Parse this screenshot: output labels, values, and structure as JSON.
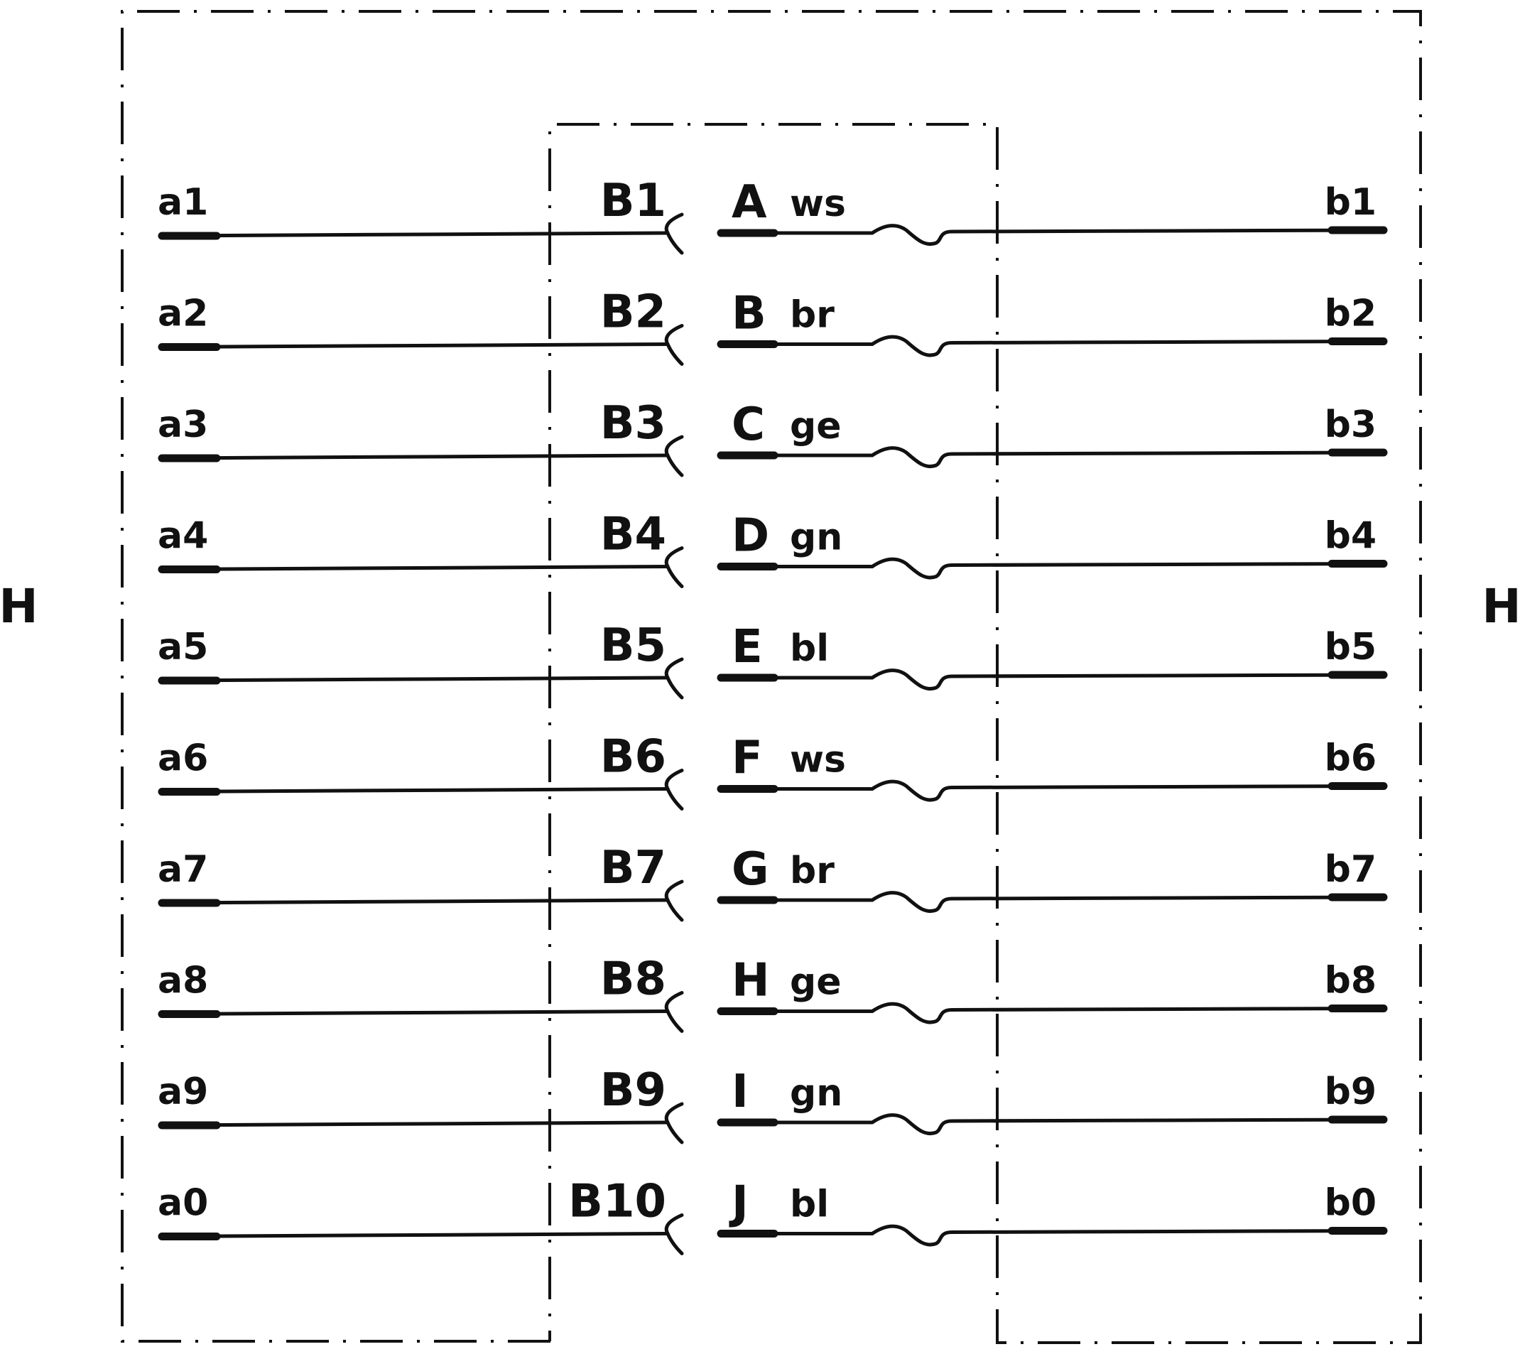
{
  "side_labels": {
    "left": "H",
    "right": "H"
  },
  "colors": {
    "ink": "#111111",
    "background": "#ffffff"
  },
  "rows": [
    {
      "left": "a1",
      "pin": "B1",
      "contact": "A",
      "color_code": "ws",
      "right": "b1"
    },
    {
      "left": "a2",
      "pin": "B2",
      "contact": "B",
      "color_code": "br",
      "right": "b2"
    },
    {
      "left": "a3",
      "pin": "B3",
      "contact": "C",
      "color_code": "ge",
      "right": "b3"
    },
    {
      "left": "a4",
      "pin": "B4",
      "contact": "D",
      "color_code": "gn",
      "right": "b4"
    },
    {
      "left": "a5",
      "pin": "B5",
      "contact": "E",
      "color_code": "bl",
      "right": "b5"
    },
    {
      "left": "a6",
      "pin": "B6",
      "contact": "F",
      "color_code": "ws",
      "right": "b6"
    },
    {
      "left": "a7",
      "pin": "B7",
      "contact": "G",
      "color_code": "br",
      "right": "b7"
    },
    {
      "left": "a8",
      "pin": "B8",
      "contact": "H",
      "color_code": "ge",
      "right": "b8"
    },
    {
      "left": "a9",
      "pin": "B9",
      "contact": "I",
      "color_code": "gn",
      "right": "b9"
    },
    {
      "left": "a0",
      "pin": "B10",
      "contact": "J",
      "color_code": "bl",
      "right": "b0"
    }
  ]
}
